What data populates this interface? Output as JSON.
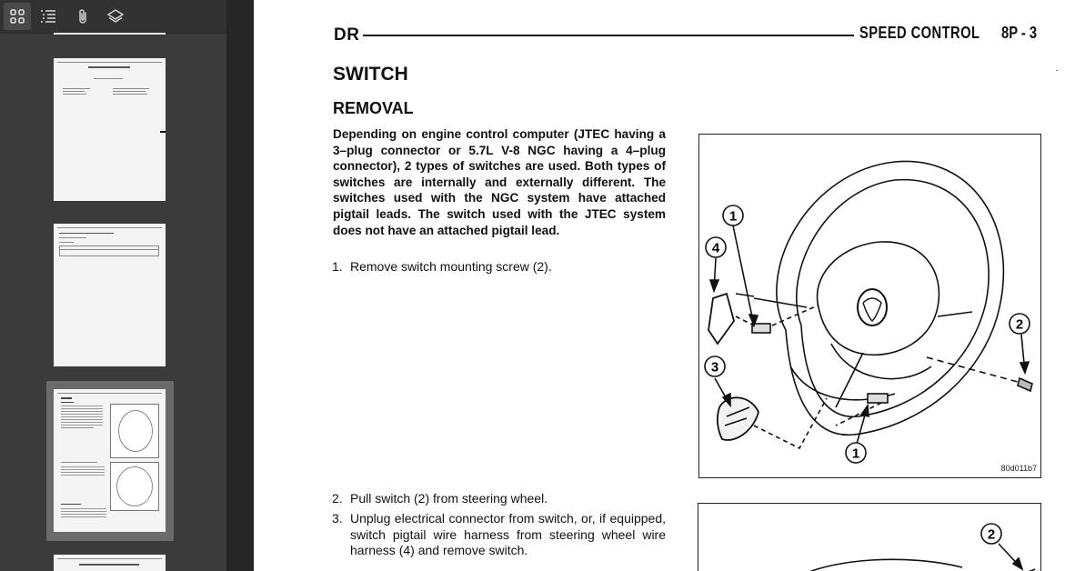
{
  "toolbar": {
    "thumbnails_icon": "thumbnails-grid-icon",
    "outline_icon": "outline-list-icon",
    "attachments_icon": "paperclip-icon",
    "layers_icon": "layers-icon"
  },
  "thumbnails": [
    {
      "title": "SPEED CONTROL",
      "subtitle": "TABLE OF CONTENTS"
    },
    {
      "title": "SPEED CONTROL - SERVICE INFORMATION"
    },
    {
      "title": "SWITCH",
      "selected": true
    },
    {
      "title": "VEHICLE THEFT SECURITY"
    }
  ],
  "page": {
    "header_left": "DR",
    "header_right": "SPEED CONTROL",
    "page_number": "8P - 3",
    "heading": "SWITCH",
    "subheading": "REMOVAL",
    "intro": "Depending on engine control computer (JTEC having a 3–plug connector or 5.7L V-8 NGC having a 4–plug connector), 2 types of switches are used. Both types of switches are internally and externally different. The switches used with the NGC system have attached pigtail leads. The switch used with the JTEC system does not have an attached pigtail lead.",
    "steps": [
      {
        "num": "1.",
        "text": "Remove switch mounting screw (2)."
      },
      {
        "num": "2.",
        "text": "Pull switch (2) from steering wheel."
      },
      {
        "num": "3.",
        "text": "Unplug electrical connector from switch, or, if equipped, switch pigtail wire harness from steering wheel wire harness (4) and remove switch."
      }
    ],
    "figure1": {
      "code": "80d011b7",
      "callouts": [
        "1",
        "4",
        "2",
        "3",
        "1"
      ]
    },
    "figure2": {
      "callouts": [
        "2"
      ]
    }
  }
}
